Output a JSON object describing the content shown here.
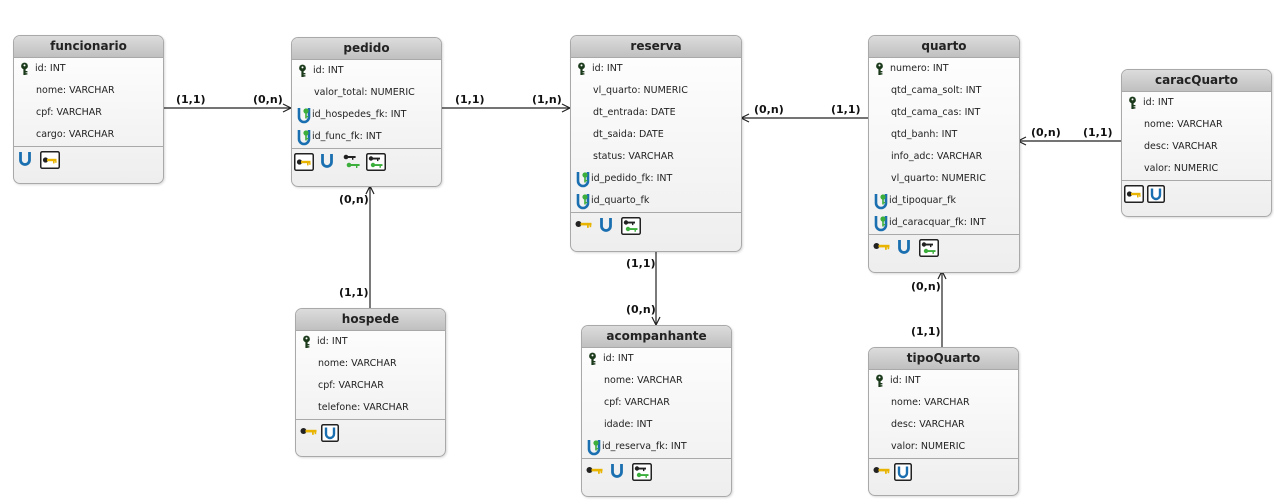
{
  "entities": {
    "funcionario": {
      "title": "funcionario",
      "fields": [
        "id: INT",
        "nome: VARCHAR",
        "cpf: VARCHAR",
        "cargo: VARCHAR"
      ]
    },
    "pedido": {
      "title": "pedido",
      "fields": [
        "id: INT",
        "valor_total: NUMERIC",
        "id_hospedes_fk: INT",
        "id_func_fk: INT"
      ]
    },
    "reserva": {
      "title": "reserva",
      "fields": [
        "id: INT",
        "vl_quarto: NUMERIC",
        "dt_entrada: DATE",
        "dt_saida: DATE",
        "status: VARCHAR",
        "id_pedido_fk: INT",
        "id_quarto_fk"
      ]
    },
    "quarto": {
      "title": "quarto",
      "fields": [
        "numero: INT",
        "qtd_cama_solt: INT",
        "qtd_cama_cas: INT",
        "qtd_banh: INT",
        "info_adc: VARCHAR",
        "vl_quarto: NUMERIC",
        "id_tipoquar_fk",
        "id_caracquar_fk: INT"
      ]
    },
    "caracQuarto": {
      "title": "caracQuarto",
      "fields": [
        "id: INT",
        "nome: VARCHAR",
        "desc: VARCHAR",
        "valor: NUMERIC"
      ]
    },
    "hospede": {
      "title": "hospede",
      "fields": [
        "id: INT",
        "nome: VARCHAR",
        "cpf: VARCHAR",
        "telefone: VARCHAR"
      ]
    },
    "acompanhante": {
      "title": "acompanhante",
      "fields": [
        "id: INT",
        "nome: VARCHAR",
        "cpf: VARCHAR",
        "idade: INT",
        "id_reserva_fk: INT"
      ]
    },
    "tipoQuarto": {
      "title": "tipoQuarto",
      "fields": [
        "id: INT",
        "nome: VARCHAR",
        "desc: VARCHAR",
        "valor: NUMERIC"
      ]
    }
  },
  "cardinalities": {
    "func_pedido_src": "(1,1)",
    "func_pedido_dst": "(0,n)",
    "pedido_reserva_src": "(1,1)",
    "pedido_reserva_dst": "(1,n)",
    "quarto_reserva_src": "(1,1)",
    "quarto_reserva_dst": "(0,n)",
    "carac_quarto_src": "(1,1)",
    "carac_quarto_dst": "(0,n)",
    "hospede_pedido_src": "(1,1)",
    "hospede_pedido_dst": "(0,n)",
    "reserva_acomp_src": "(1,1)",
    "reserva_acomp_dst": "(0,n)",
    "tipo_quarto_src": "(1,1)",
    "tipo_quarto_dst": "(0,n)"
  },
  "colors": {
    "key_yellow": "#e8b400",
    "key_green": "#3cae3c",
    "unique_blue": "#1a6fb0",
    "header_gray": "#c8c8c8"
  }
}
